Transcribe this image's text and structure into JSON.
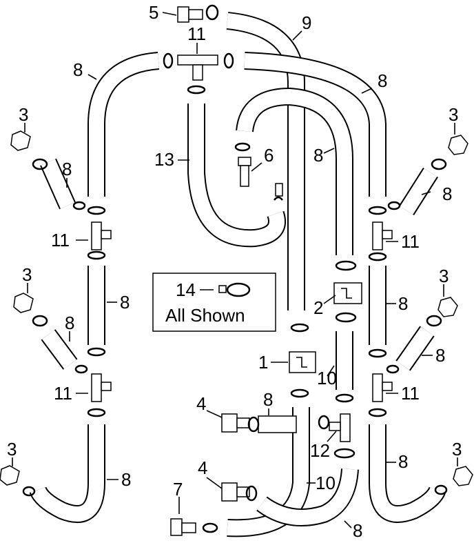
{
  "callouts": {
    "n1": "1",
    "n2": "2",
    "n3a": "3",
    "n3b": "3",
    "n3c": "3",
    "n3d": "3",
    "n3e": "3",
    "n3f": "3",
    "n4a": "4",
    "n4b": "4",
    "n5": "5",
    "n6": "6",
    "n7": "7",
    "n8a": "8",
    "n8b": "8",
    "n8c": "8",
    "n8d": "8",
    "n8e": "8",
    "n8f": "8",
    "n8g": "8",
    "n8h": "8",
    "n8i": "8",
    "n8j": "8",
    "n8k": "8",
    "n8l": "8",
    "n8m": "8",
    "n9": "9",
    "n10a": "10",
    "n10b": "10",
    "n11a": "11",
    "n11b": "11",
    "n11c": "11",
    "n11d": "11",
    "n11e": "11",
    "n12": "12",
    "n13": "13",
    "n14": "14"
  },
  "legend": {
    "text": "All Shown"
  }
}
